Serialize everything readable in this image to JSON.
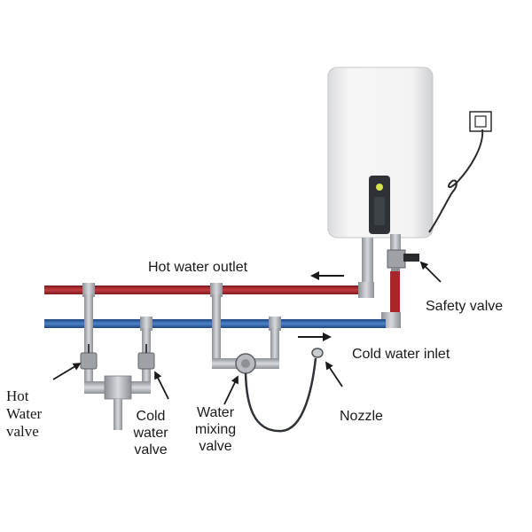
{
  "labels": {
    "hot_outlet": "Hot water outlet",
    "safety_valve": "Safety valve",
    "cold_inlet": "Cold water inlet",
    "nozzle": "Nozzle",
    "hot_valve": [
      "Hot",
      "Water",
      "valve"
    ],
    "cold_valve": [
      "Cold",
      "water",
      "valve"
    ],
    "mixing_valve": [
      "Water",
      "mixing",
      "valve"
    ]
  },
  "colors": {
    "hot_pipe": "#a8262a",
    "cold_pipe": "#2a5fa8",
    "grey_pipe": "#b8bcc0",
    "heater_body": "#f4f4f5",
    "display_panel": "#2e3236",
    "indicator": "#d7e34a"
  },
  "icons": [
    "water-heater-icon",
    "power-socket-icon",
    "power-cord-icon",
    "pointer-arrow-icon",
    "flow-arrow-icon"
  ]
}
